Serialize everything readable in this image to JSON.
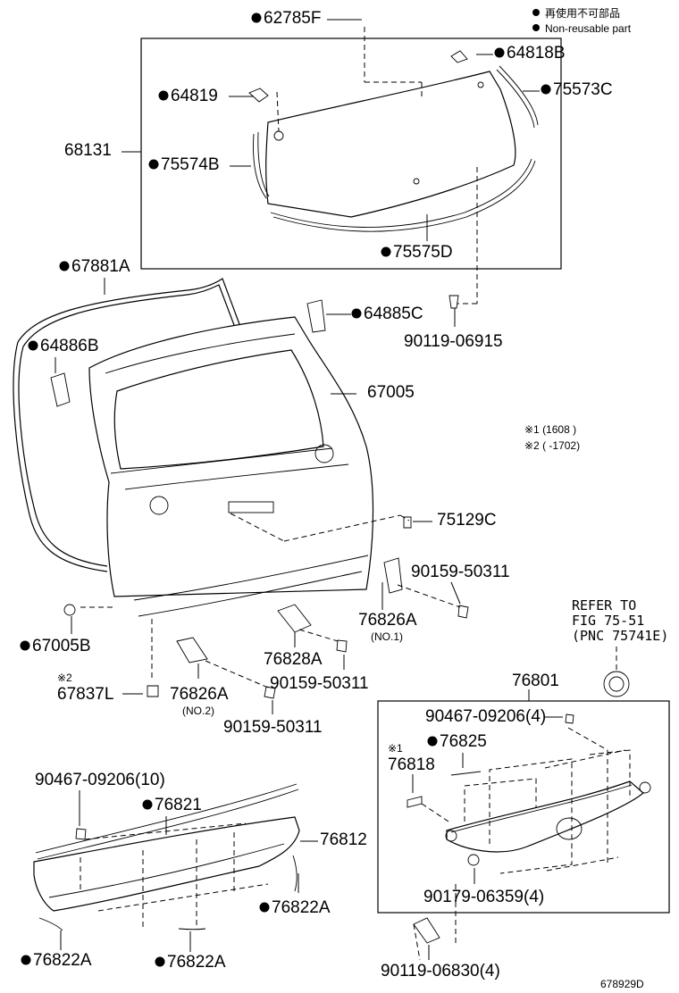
{
  "legend": {
    "jp": "再使用不可部品",
    "en": "Non-reusable part",
    "note1": "※1 (1608        )",
    "note2": "※2 (        -1702)"
  },
  "refer": {
    "line1": "REFER TO",
    "line2": "FIG 75-51",
    "line3": "(PNC 75741E)"
  },
  "diagram_id": "678929D",
  "parts": [
    {
      "id": "p62785F",
      "text": "62785F",
      "nonreusable": true
    },
    {
      "id": "p64818B",
      "text": "64818B",
      "nonreusable": true
    },
    {
      "id": "p64819",
      "text": "64819",
      "nonreusable": true
    },
    {
      "id": "p75573C",
      "text": "75573C",
      "nonreusable": true
    },
    {
      "id": "p68131",
      "text": "68131",
      "nonreusable": false
    },
    {
      "id": "p75574B",
      "text": "75574B",
      "nonreusable": true
    },
    {
      "id": "p75575D",
      "text": "75575D",
      "nonreusable": true
    },
    {
      "id": "p67881A",
      "text": "67881A",
      "nonreusable": true
    },
    {
      "id": "p64885C",
      "text": "64885C",
      "nonreusable": true
    },
    {
      "id": "p90119_06915",
      "text": "90119-06915",
      "nonreusable": false
    },
    {
      "id": "p64886B",
      "text": "64886B",
      "nonreusable": true
    },
    {
      "id": "p67005",
      "text": "67005",
      "nonreusable": false
    },
    {
      "id": "p75129C",
      "text": "75129C",
      "nonreusable": false
    },
    {
      "id": "p90159_50311a",
      "text": "90159-50311",
      "nonreusable": false
    },
    {
      "id": "p76826A_1",
      "text": "76826A",
      "nonreusable": false,
      "sub": "(NO.1)"
    },
    {
      "id": "p67005B",
      "text": "67005B",
      "nonreusable": true
    },
    {
      "id": "p76828A",
      "text": "76828A",
      "nonreusable": false
    },
    {
      "id": "p90159_50311b",
      "text": "90159-50311",
      "nonreusable": false
    },
    {
      "id": "p67837L",
      "text": "67837L",
      "nonreusable": false,
      "pre": "※2"
    },
    {
      "id": "p76826A_2",
      "text": "76826A",
      "nonreusable": false,
      "sub": "(NO.2)"
    },
    {
      "id": "p90159_50311c",
      "text": "90159-50311",
      "nonreusable": false
    },
    {
      "id": "p76801",
      "text": "76801",
      "nonreusable": false
    },
    {
      "id": "p90467_09206_4",
      "text": "90467-09206(4)",
      "nonreusable": false
    },
    {
      "id": "p76825",
      "text": "76825",
      "nonreusable": true
    },
    {
      "id": "p76818",
      "text": "76818",
      "nonreusable": false,
      "pre": "※1"
    },
    {
      "id": "p90467_09206_10",
      "text": "90467-09206(10)",
      "nonreusable": false
    },
    {
      "id": "p76821",
      "text": "76821",
      "nonreusable": true
    },
    {
      "id": "p76812",
      "text": "76812",
      "nonreusable": false
    },
    {
      "id": "p90179_06359",
      "text": "90179-06359(4)",
      "nonreusable": false
    },
    {
      "id": "p76822A_r",
      "text": "76822A",
      "nonreusable": true
    },
    {
      "id": "p76822A_l",
      "text": "76822A",
      "nonreusable": true
    },
    {
      "id": "p76822A_m",
      "text": "76822A",
      "nonreusable": true
    },
    {
      "id": "p90119_06830",
      "text": "90119-06830(4)",
      "nonreusable": false
    }
  ]
}
